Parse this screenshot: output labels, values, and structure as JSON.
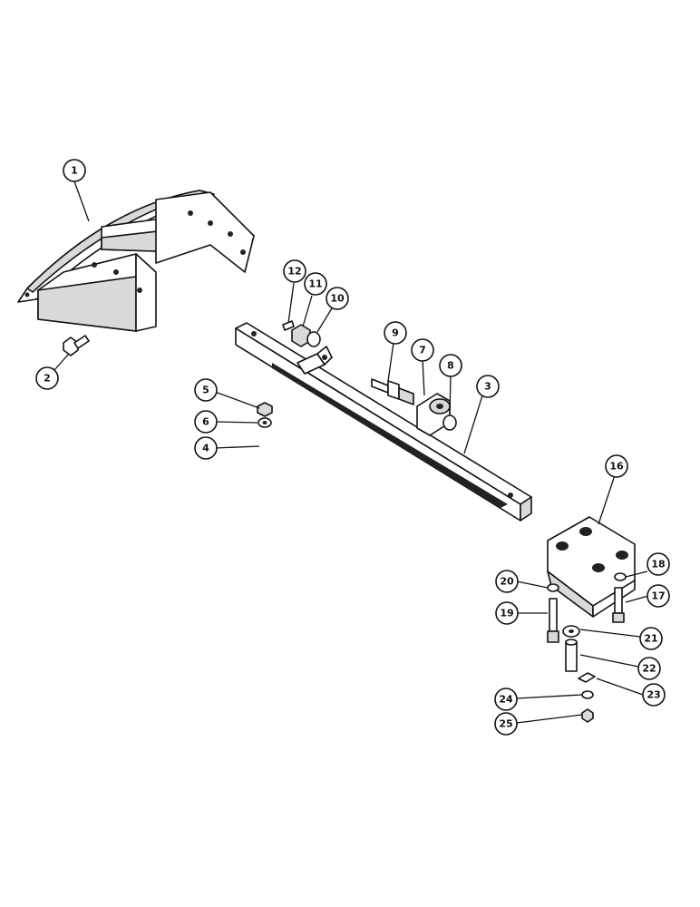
{
  "callouts": [
    {
      "id": "c1",
      "label": "1"
    },
    {
      "id": "c2",
      "label": "2"
    },
    {
      "id": "c3",
      "label": "3"
    },
    {
      "id": "c4",
      "label": "4"
    },
    {
      "id": "c5",
      "label": "5"
    },
    {
      "id": "c6",
      "label": "6"
    },
    {
      "id": "c7",
      "label": "7"
    },
    {
      "id": "c8",
      "label": "8"
    },
    {
      "id": "c9",
      "label": "9"
    },
    {
      "id": "c10",
      "label": "10"
    },
    {
      "id": "c11",
      "label": "11"
    },
    {
      "id": "c12",
      "label": "12"
    },
    {
      "id": "c16",
      "label": "16"
    },
    {
      "id": "c17",
      "label": "17"
    },
    {
      "id": "c18",
      "label": "18"
    },
    {
      "id": "c19",
      "label": "19"
    },
    {
      "id": "c20",
      "label": "20"
    },
    {
      "id": "c21",
      "label": "21"
    },
    {
      "id": "c22",
      "label": "22"
    },
    {
      "id": "c23",
      "label": "23"
    },
    {
      "id": "c24",
      "label": "24"
    },
    {
      "id": "c25",
      "label": "25"
    }
  ]
}
